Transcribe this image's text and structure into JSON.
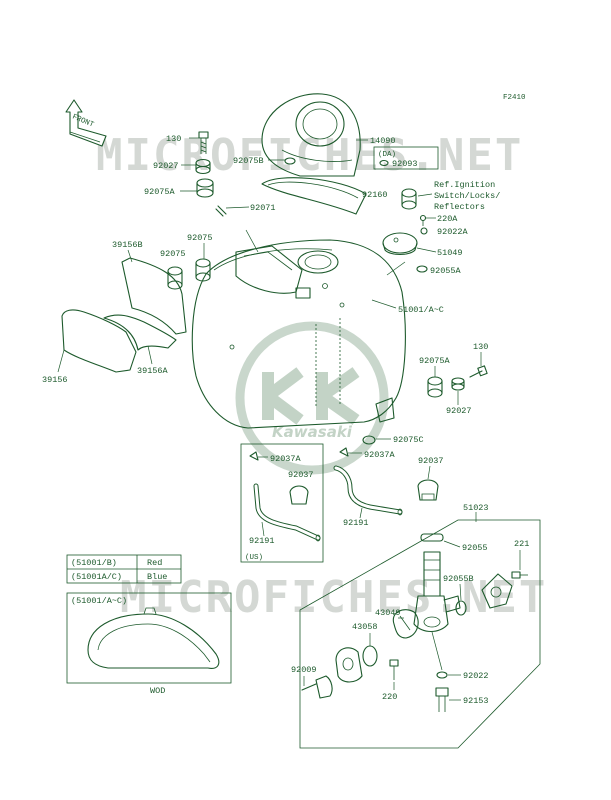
{
  "diagram_code": "F2410",
  "front_label": "FRONT",
  "watermark": "MICROFICHES.NET",
  "logo_text": "Kawasaki",
  "colors": {
    "line": "#1d5a2c",
    "watermark": "#d9dcd9",
    "background": "#ffffff"
  },
  "parts": {
    "p130_top": "130",
    "p92027_top": "92027",
    "p92075B": "92075B",
    "p14090": "14090",
    "p92093": "92093",
    "p_da": "(DA)",
    "p92075A_top": "92075A",
    "p92071": "92071",
    "p92160": "92160",
    "ref_line1": "Ref.Ignition",
    "ref_line2": "Switch/Locks/",
    "ref_line3": "Reflectors",
    "p220A": "220A",
    "p92022A": "92022A",
    "p51049": "51049",
    "p92055A": "92055A",
    "p39156B": "39156B",
    "p92075_a": "92075",
    "p92075_b": "92075",
    "p51001": "51001/A~C",
    "p39156": "39156",
    "p39156A": "39156A",
    "p130_right": "130",
    "p92075A_right": "92075A",
    "p92027_right": "92027",
    "p92075C": "92075C",
    "p92037A_left": "92037A",
    "p92037_left": "92037",
    "p92037A_mid": "92037A",
    "p92037_right": "92037",
    "p92191_left": "92191",
    "p_us": "(US)",
    "p92191_right": "92191",
    "p51023": "51023",
    "p92055": "92055",
    "p221": "221",
    "p92055B": "92055B",
    "p43049": "43049",
    "p43058": "43058",
    "p92009": "92009",
    "p92022": "92022",
    "p220": "220",
    "p92153": "92153"
  },
  "color_table": {
    "rows": [
      {
        "code": "(51001/B)",
        "color": "Red"
      },
      {
        "code": "(51001A/C)",
        "color": "Blue"
      }
    ]
  },
  "inset": {
    "code": "(51001/A~C)",
    "caption": "WOD"
  }
}
